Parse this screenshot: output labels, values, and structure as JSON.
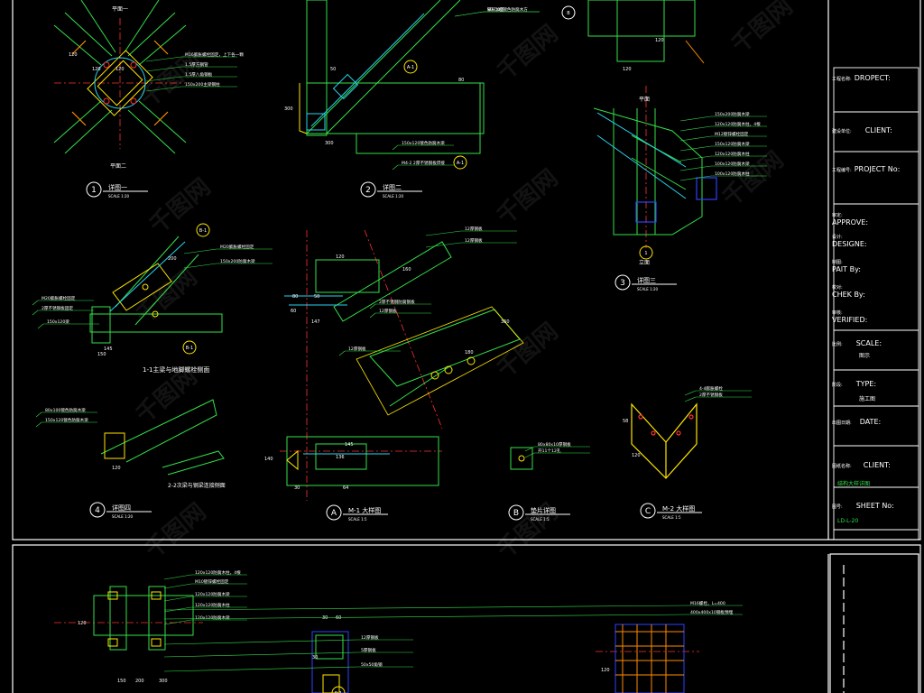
{
  "drawing": {
    "details": [
      {
        "num": "1",
        "title": "详图一",
        "scale": "SCALE 1:20",
        "views": [
          "平面一",
          "平面二"
        ]
      },
      {
        "num": "2",
        "title": "详图二",
        "scale": "SCALE 1:20"
      },
      {
        "num": "3",
        "title": "详图三",
        "scale": "SCALE 1:20",
        "views": [
          "平面",
          "立面"
        ]
      },
      {
        "num": "4",
        "title": "详图四",
        "scale": "SCALE 1:20"
      },
      {
        "num": "A",
        "title": "M-1 大样图",
        "scale": "SCALE 1:5"
      },
      {
        "num": "B",
        "title": "垫片详图",
        "scale": "SCALE 1:5"
      },
      {
        "num": "C",
        "title": "M-2 大样图",
        "scale": "SCALE 1:5"
      }
    ],
    "section_titles": [
      "1-1主梁与地脚螺栓侧面",
      "2-2次梁与钢梁连接侧面"
    ],
    "callouts": {
      "d1": [
        "M16膨胀螺栓固定，上下各一颗",
        "1.5厚方钢管",
        "1.5厚八角钢板",
        "150x200主梁钢柱"
      ],
      "d2": [
        "80x100镀色防腐木方",
        "150x120镀色防腐木梁",
        "M4-2 2厚不锈钢板焊接",
        "铁钉加固"
      ],
      "d3": [
        "150x200防腐木梁",
        "120x120防腐木柱，4根",
        "M12镀锌螺栓固定",
        "150x120防腐木梁",
        "120x120防腐木柱",
        "100x120防腐木梁",
        "100x120防腐木柱"
      ],
      "d11": [
        "M20膨胀螺栓固定",
        "150x200防腐木梁",
        "M20膨胀螺栓固定",
        "2厚不锈钢板固定",
        "150x120梁"
      ],
      "dA": [
        "12厚钢板",
        "12厚钢板",
        "2厚不锈钢防腐钢板",
        "12厚钢板",
        "12厚钢板"
      ],
      "d4": [
        "80x100镀色防腐木梁",
        "150x120镀色防腐木梁"
      ],
      "dB": [
        "80x80x10厚钢板",
        "开11个12孔"
      ],
      "dC": [
        "4-4膨胀螺栓",
        "2厚不锈钢板"
      ],
      "bottom": [
        "120x120防腐木柱，4根",
        "M10镀锌螺栓固定",
        "120x120防腐木梁",
        "120x120防腐木柱",
        "120x120防腐木梁",
        "12厚钢板",
        "5厚钢板",
        "50x50角钢",
        "M16螺栓，L=400",
        "400x400x10钢板预埋"
      ]
    },
    "dims": [
      "120",
      "120",
      "120",
      "120",
      "300",
      "80",
      "50",
      "300",
      "120",
      "140",
      "145",
      "150",
      "120",
      "200",
      "160",
      "147",
      "60",
      "80",
      "50",
      "120",
      "145",
      "136",
      "180",
      "360",
      "64",
      "30",
      "58",
      "120",
      "150",
      "200",
      "300",
      "120",
      "30",
      "60",
      "30",
      "120"
    ],
    "markers": [
      "B",
      "B-1",
      "B-1",
      "A-1",
      "A-1",
      "B-1",
      "1",
      "2",
      "3",
      "4",
      "A",
      "B",
      "C"
    ]
  },
  "titleblock": {
    "rows": [
      {
        "cn": "工程名称:",
        "en": "DROPECT:"
      },
      {
        "cn": "建设单位:",
        "en": "CLIENT:"
      },
      {
        "cn": "工程编号:",
        "en": "PROJECT No:"
      },
      {
        "cn": "审定:",
        "en": "APPROVE:"
      },
      {
        "cn": "设计:",
        "en": "DESIGNE:"
      },
      {
        "cn": "制图:",
        "en": "PAIT By:"
      },
      {
        "cn": "校对:",
        "en": "CHEK By:"
      },
      {
        "cn": "审核:",
        "en": "VERIFIED:"
      },
      {
        "cn": "比例:",
        "en": "SCALE:"
      },
      {
        "cn": "",
        "en": "图示"
      },
      {
        "cn": "阶段:",
        "en": "TYPE:"
      },
      {
        "cn": "",
        "en": "施工图"
      },
      {
        "cn": "出图日期:",
        "en": "DATE:"
      },
      {
        "cn": "图纸名称:",
        "en": "CLIENT:"
      },
      {
        "cn": "",
        "en": "结构大样详图"
      },
      {
        "cn": "图号:",
        "en": "SHEET No:"
      },
      {
        "cn": "",
        "en": "LD-L-20"
      }
    ]
  },
  "watermark": "千图网",
  "colors": {
    "bg": "#000000",
    "yellow": "#ffe600",
    "green": "#33e04a",
    "cyan": "#29d3f0",
    "red": "#ff3030",
    "white": "#ffffff",
    "blue": "#3040ff",
    "orange": "#ff8a00"
  }
}
